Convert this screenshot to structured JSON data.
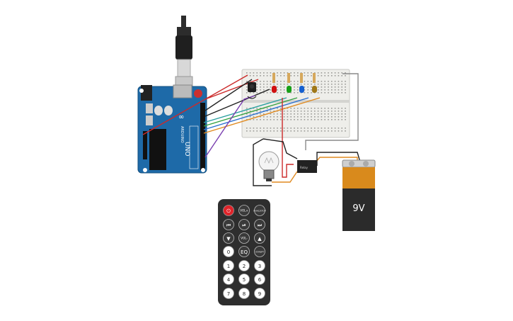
{
  "arduino": {
    "name": "UNO",
    "brand": "ARDUINO",
    "infinity_logo": "∞"
  },
  "battery": {
    "label": "9V",
    "colors": {
      "top": "#d98a1c",
      "body": "#2b2b2b"
    }
  },
  "remote": {
    "buttons": [
      {
        "id": "power",
        "label": "⏻"
      },
      {
        "id": "vol-up",
        "label": "VOL+"
      },
      {
        "id": "func-stop",
        "label": "FUNC/STOP"
      },
      {
        "id": "prev",
        "label": "⏮"
      },
      {
        "id": "play-pause",
        "label": "⏯"
      },
      {
        "id": "next",
        "label": "⏭"
      },
      {
        "id": "down",
        "label": "▼"
      },
      {
        "id": "vol-down",
        "label": "VOL-"
      },
      {
        "id": "up",
        "label": "▲"
      },
      {
        "id": "0",
        "label": "0"
      },
      {
        "id": "eq",
        "label": "EQ"
      },
      {
        "id": "st-rept",
        "label": "ST/REPT"
      },
      {
        "id": "1",
        "label": "1"
      },
      {
        "id": "2",
        "label": "2"
      },
      {
        "id": "3",
        "label": "3"
      },
      {
        "id": "4",
        "label": "4"
      },
      {
        "id": "5",
        "label": "5"
      },
      {
        "id": "6",
        "label": "6"
      },
      {
        "id": "7",
        "label": "7"
      },
      {
        "id": "8",
        "label": "8"
      },
      {
        "id": "9",
        "label": "9"
      }
    ]
  },
  "leds": [
    {
      "color": "#d01010"
    },
    {
      "color": "#18a018"
    },
    {
      "color": "#1560d0"
    },
    {
      "color": "#a07818"
    }
  ],
  "wire_colors": {
    "red": "#cc2a2a",
    "black": "#222222",
    "green": "#33a040",
    "blue": "#2a6fd0",
    "orange": "#e08a20",
    "purple": "#7a3fb0",
    "gray": "#8a8a8a"
  },
  "relay": {
    "label": "Relay"
  }
}
